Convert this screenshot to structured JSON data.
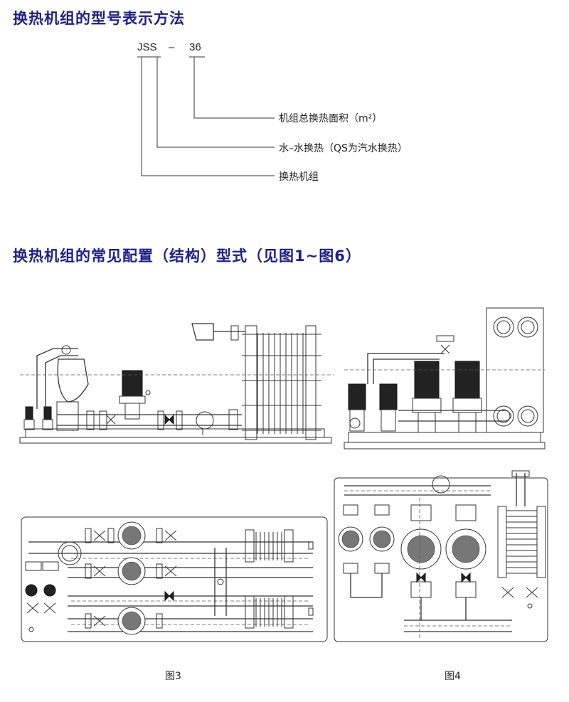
{
  "section1": {
    "title": "换热机组的型号表示方法",
    "code": {
      "part1": "JSS",
      "dash": "–",
      "part2": "36"
    },
    "legend": [
      "机组总换热面积（m²）",
      "水–水换热（QS为汽水换热）",
      "换热机组"
    ]
  },
  "section2": {
    "title": "换热机组的常见配置（结构）型式（见图1~图6）"
  },
  "figures": {
    "fig3_caption": "图3",
    "fig4_caption": "图4"
  }
}
